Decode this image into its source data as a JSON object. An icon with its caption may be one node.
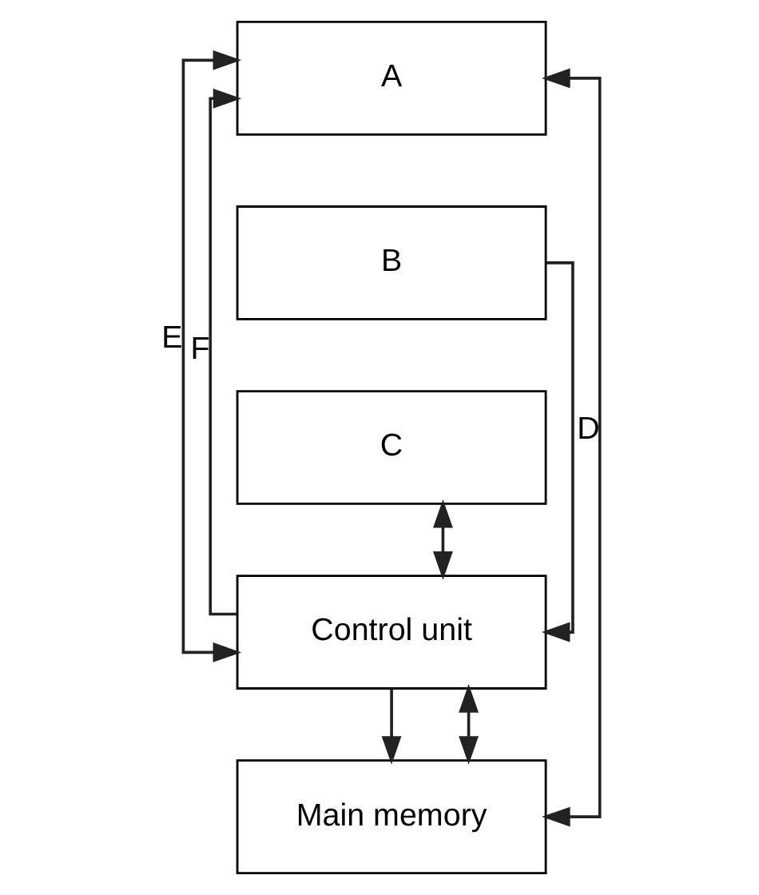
{
  "diagram": {
    "nodes": [
      {
        "text": [
          "A"
        ]
      },
      {
        "text": [
          "B"
        ]
      },
      {
        "text": [
          "C"
        ]
      },
      {
        "text": [
          "Control unit"
        ]
      },
      {
        "text": [
          "Main memory"
        ]
      }
    ],
    "edges": [
      {
        "from": 3,
        "to": 0,
        "arrow": "to",
        "label": "F"
      },
      {
        "from": 3,
        "to": 4,
        "arrow": "to"
      },
      {
        "from": 1,
        "to": 3,
        "arrow": "to"
      },
      {
        "from": 2,
        "to": 3,
        "arrow": "both"
      },
      {
        "from": 3,
        "to": 0,
        "arrow": "both",
        "label": "E"
      },
      {
        "from": 3,
        "to": 4,
        "arrow": "both"
      },
      {
        "from": 0,
        "to": 4,
        "arrow": "both",
        "label": "D"
      }
    ]
  }
}
